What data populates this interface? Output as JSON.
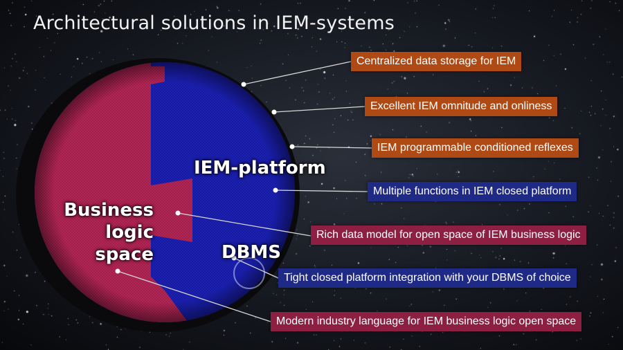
{
  "title": "Architectural solutions in IEM-systems",
  "regions": {
    "iem_platform": "IEM-platform",
    "dbms": "DBMS",
    "business_line1": "Business logic",
    "business_line2": "space"
  },
  "callouts": [
    {
      "text": "Centralized data storage for IEM",
      "color": "orange"
    },
    {
      "text": "Excellent IEM omnitude and onliness",
      "color": "orange"
    },
    {
      "text": "IEM programmable conditioned reflexes",
      "color": "orange"
    },
    {
      "text": "Multiple functions in IEM  closed platform",
      "color": "blue"
    },
    {
      "text": "Rich data model for open space of IEM business logic",
      "color": "crimson"
    },
    {
      "text": "Tight closed platform integration with your DBMS of choice",
      "color": "blue"
    },
    {
      "text": "Modern industry language for IEM business logic open space",
      "color": "crimson"
    }
  ],
  "colors": {
    "platform_blue": "#1a1fb0",
    "business_red": "#b02454",
    "callout_orange": "#b04a14",
    "callout_blue": "#1f2a86",
    "callout_crimson": "#8c1f42"
  }
}
